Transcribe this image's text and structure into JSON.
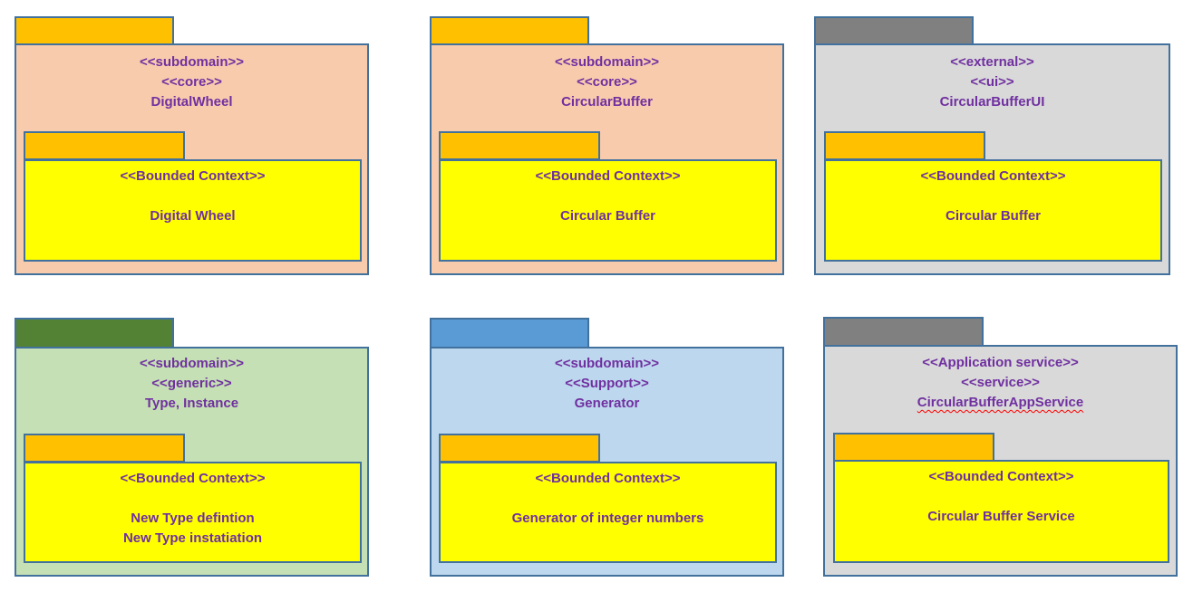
{
  "colors": {
    "border": "#41719c",
    "text": "#7030a0",
    "bc_tab": "#ffc000",
    "bc_box": "#ffff00",
    "orange_tab": "#ffc000",
    "gray_tab": "#808080",
    "green_tab": "#548235",
    "blue_tab": "#5b9bd5",
    "peach_body": "#f8cbad",
    "gray_body": "#d9d9d9",
    "green_body": "#c5e0b4",
    "blue_body": "#bdd7ee"
  },
  "packages": [
    {
      "lines": [
        "<<subdomain>>",
        "<<core>>",
        "DigitalWheel"
      ],
      "bounded_context": {
        "stereotype": "<<Bounded Context>>",
        "lines": [
          "Digital Wheel"
        ]
      }
    },
    {
      "lines": [
        "<<subdomain>>",
        "<<core>>",
        "CircularBuffer"
      ],
      "bounded_context": {
        "stereotype": "<<Bounded Context>>",
        "lines": [
          "Circular Buffer"
        ]
      }
    },
    {
      "lines": [
        "<<external>>",
        "<<ui>>",
        "CircularBufferUI"
      ],
      "bounded_context": {
        "stereotype": "<<Bounded Context>>",
        "lines": [
          "Circular Buffer"
        ]
      }
    },
    {
      "lines": [
        "<<subdomain>>",
        "<<generic>>",
        "Type, Instance"
      ],
      "bounded_context": {
        "stereotype": "<<Bounded Context>>",
        "lines": [
          "New Type defintion",
          "New Type instatiation"
        ]
      }
    },
    {
      "lines": [
        "<<subdomain>>",
        "<<Support>>",
        "Generator"
      ],
      "bounded_context": {
        "stereotype": "<<Bounded Context>>",
        "lines": [
          "Generator of integer numbers"
        ]
      }
    },
    {
      "lines": [
        "<<Application service>>",
        "<<service>>",
        "CircularBufferAppService"
      ],
      "bounded_context": {
        "stereotype": "<<Bounded Context>>",
        "lines": [
          "Circular Buffer Service"
        ]
      }
    }
  ]
}
